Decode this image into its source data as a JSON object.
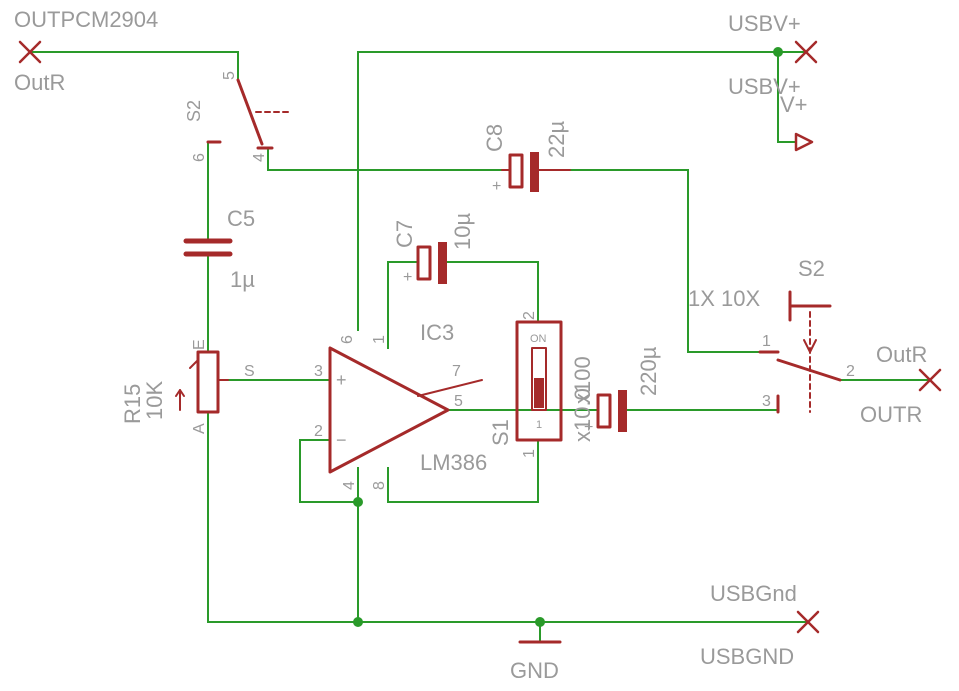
{
  "nets": {
    "outpcm": "OUTPCM2904",
    "outr_left": "OutR",
    "usbv_top": "USBV+",
    "usbv_mid": "USBV+",
    "vplus": "V+",
    "outr_right_top": "OutR",
    "outr_right_bottom": "OUTR",
    "usbgnd_top": "USBGnd",
    "usbgnd_bottom": "USBGND",
    "gnd": "GND"
  },
  "s2_top": {
    "name": "S2",
    "pin5": "5",
    "pin6": "6",
    "pin4": "4"
  },
  "s2_right": {
    "name": "S2",
    "modes": "1X 10X",
    "pin1": "1",
    "pin2": "2",
    "pin3": "3"
  },
  "c5": {
    "name": "C5",
    "value": "1µ"
  },
  "c7": {
    "name": "C7",
    "value": "10µ"
  },
  "c8": {
    "name": "C8",
    "value": "22µ"
  },
  "c_out": {
    "value": "220µ"
  },
  "r15": {
    "name": "R15",
    "value": "10K",
    "pin_e": "E",
    "pin_s": "S",
    "pin_a": "A"
  },
  "ic3": {
    "name": "IC3",
    "part": "LM386",
    "pin3": "3",
    "pin2": "2",
    "pin6": "6",
    "pin1": "1",
    "pin7": "7",
    "pin5": "5",
    "pin4": "4",
    "pin8": "8",
    "plus": "+",
    "minus": "−"
  },
  "s1": {
    "name": "S1",
    "on": "ON",
    "one": "1",
    "pin2": "2",
    "pin1": "1",
    "gain_a": "x100",
    "gain_b": "x10.0"
  },
  "polarity_plus": "+"
}
